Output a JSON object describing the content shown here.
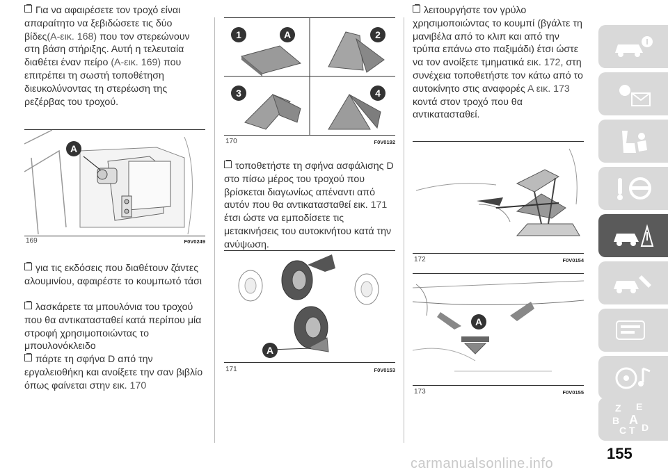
{
  "col1": {
    "p1": {
      "text": "Για να αφαιρέσετε τον τροχό είναι απαραίτητο να ξεβιδώσετε τις δύο βίδες",
      "ref1": "(Α-εικ. 168)",
      "mid": " που τον στερεώνουν στη βάση στήριξης. Αυτή η τελευταία διαθέτει έναν πείρο ",
      "ref2": "(Α-εικ. 169)",
      "end": " που επιτρέπει τη σωστή τοποθέτηση διευκολύνοντας τη στερέωση της ρεζέρβας του τροχού."
    },
    "fig169": {
      "num": "169",
      "code": "F0V0249",
      "label": "A"
    },
    "p2": "για τις εκδόσεις που διαθέτουν ζάντες αλουμινίου, αφαιρέστε το κουμπωτό τάσι",
    "p3": "λασκάρετε τα μπουλόνια του τροχού που θα αντικατασταθεί κατά περίπου μία στροφή χρησιμοποιώντας το μπουλονόκλειδο",
    "p4": {
      "text": "πάρτε τη σφήνα D από την εργαλειοθήκη και ανοίξετε την σαν βιβλίο όπως φαίνεται στην εικ. ",
      "ref": "170"
    }
  },
  "col2": {
    "fig170": {
      "num": "170",
      "code": "F0V0192",
      "badges": [
        "1",
        "A",
        "2",
        "3",
        "4"
      ]
    },
    "p5": {
      "text": "τοποθετήστε τη σφήνα ασφάλισης D στο πίσω μέρος του τροχού που βρίσκεται διαγωνίως απέναντι από αυτόν που θα αντικατασταθεί εικ. ",
      "ref": "171",
      "end": " έτσι ώστε να εμποδίσετε τις μετακινήσεις του αυτοκινήτου κατά την ανύψωση."
    },
    "fig171": {
      "num": "171",
      "code": "F0V0153",
      "label": "A"
    }
  },
  "col3": {
    "p6": {
      "text": "λειτουργήστε τον γρύλο χρησιμοποιώντας το κουμπί (βγάλτε τη μανιβέλα από το κλιπ και από την τρύπα επάνω στο παξιμάδι) έτσι ώστε να τον ανοίξετε τμηματικά εικ. ",
      "ref": "172",
      "mid": ", στη συνέχεια τοποθετήστε τον κάτω από το αυτοκίνητο στις αναφορές ",
      "ref2": "Α εικ. 173",
      "end": " κοντά στον τροχό που θα αντικατασταθεί."
    },
    "fig172": {
      "num": "172",
      "code": "F0V0154"
    },
    "fig173": {
      "num": "173",
      "code": "F0V0155",
      "label": "A"
    }
  },
  "sidebar": {
    "tabs": [
      "car-info-icon",
      "warning-lights-icon",
      "safety-seat-icon",
      "steering-wheel-icon",
      "emergency-icon",
      "multimedia-icon",
      "index-letters-icon"
    ],
    "active_index": 4,
    "index_letters": [
      "Z",
      "E",
      "B",
      "A",
      "C",
      "T",
      "D"
    ]
  },
  "page_number": "155",
  "watermark": "carmanualsonline.info"
}
